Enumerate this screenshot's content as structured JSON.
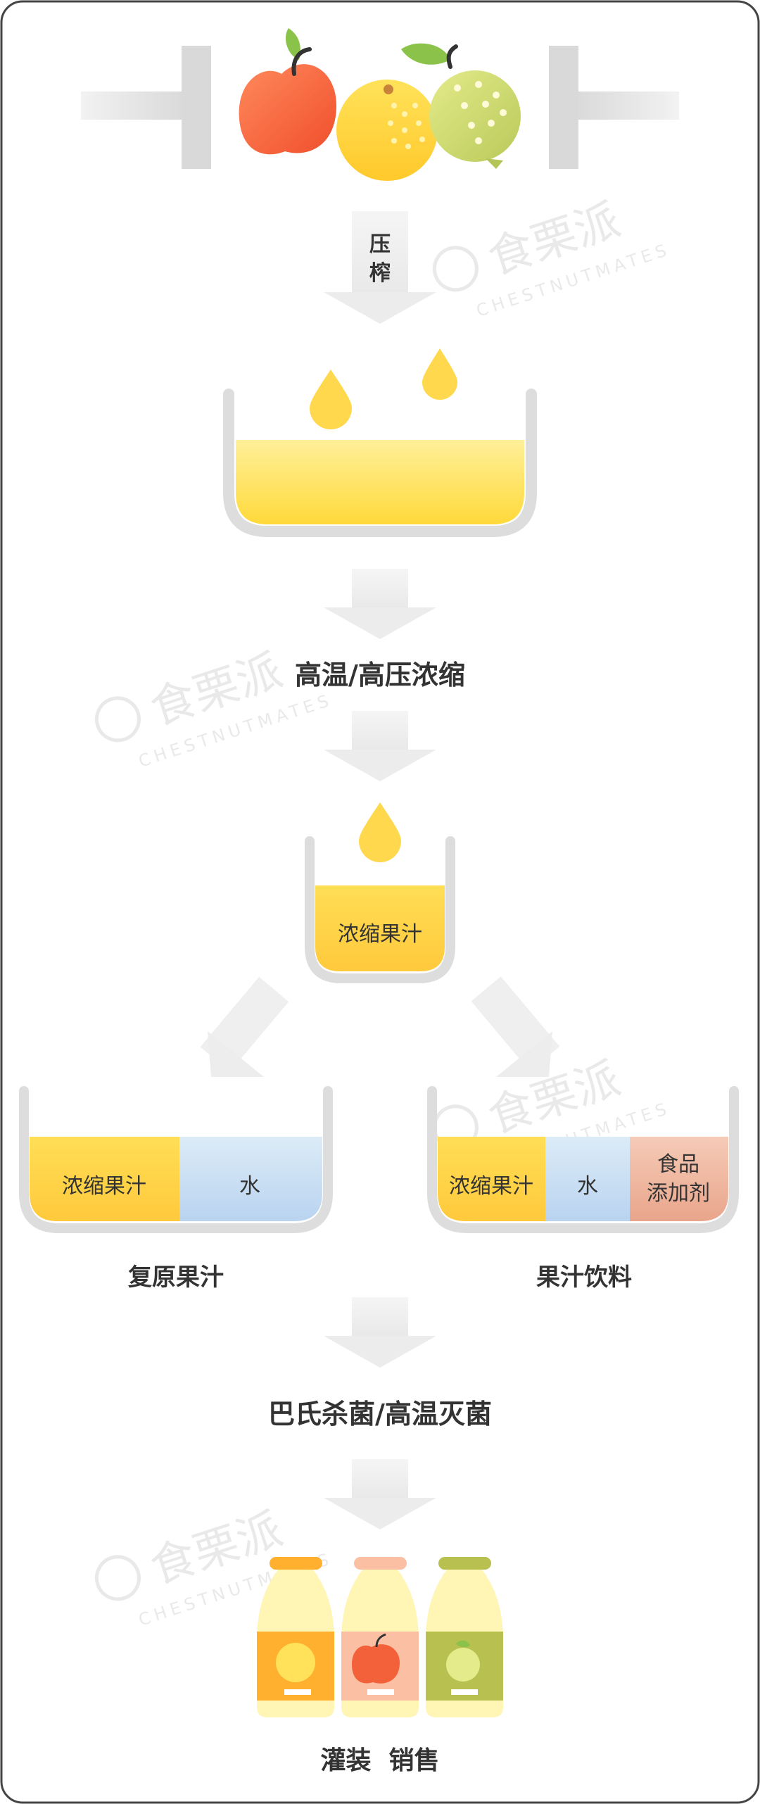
{
  "steps": {
    "press": "压\n榨",
    "concentrate": "高温/高压浓缩",
    "concentrate_juice": "浓缩果汁",
    "sterilize": "巴氏杀菌/高温灭菌",
    "fill_sell": "灌装  销售"
  },
  "left_branch": {
    "juice": "浓缩果汁",
    "water": "水",
    "name": "复原果汁"
  },
  "right_branch": {
    "juice": "浓缩果汁",
    "water": "水",
    "additive": "食品\n添加剂",
    "name": "果汁饮料"
  },
  "watermark": {
    "brand": "食栗派",
    "brand_en": "CHESTNUTMATES"
  },
  "colors": {
    "juice_yellow": "#FFD84D",
    "water_blue": "#C8DDF3",
    "additive_pink": "#EFB29B",
    "arrow_gray": "#EFEFEF",
    "bowl_gray": "#DDDDDD"
  }
}
